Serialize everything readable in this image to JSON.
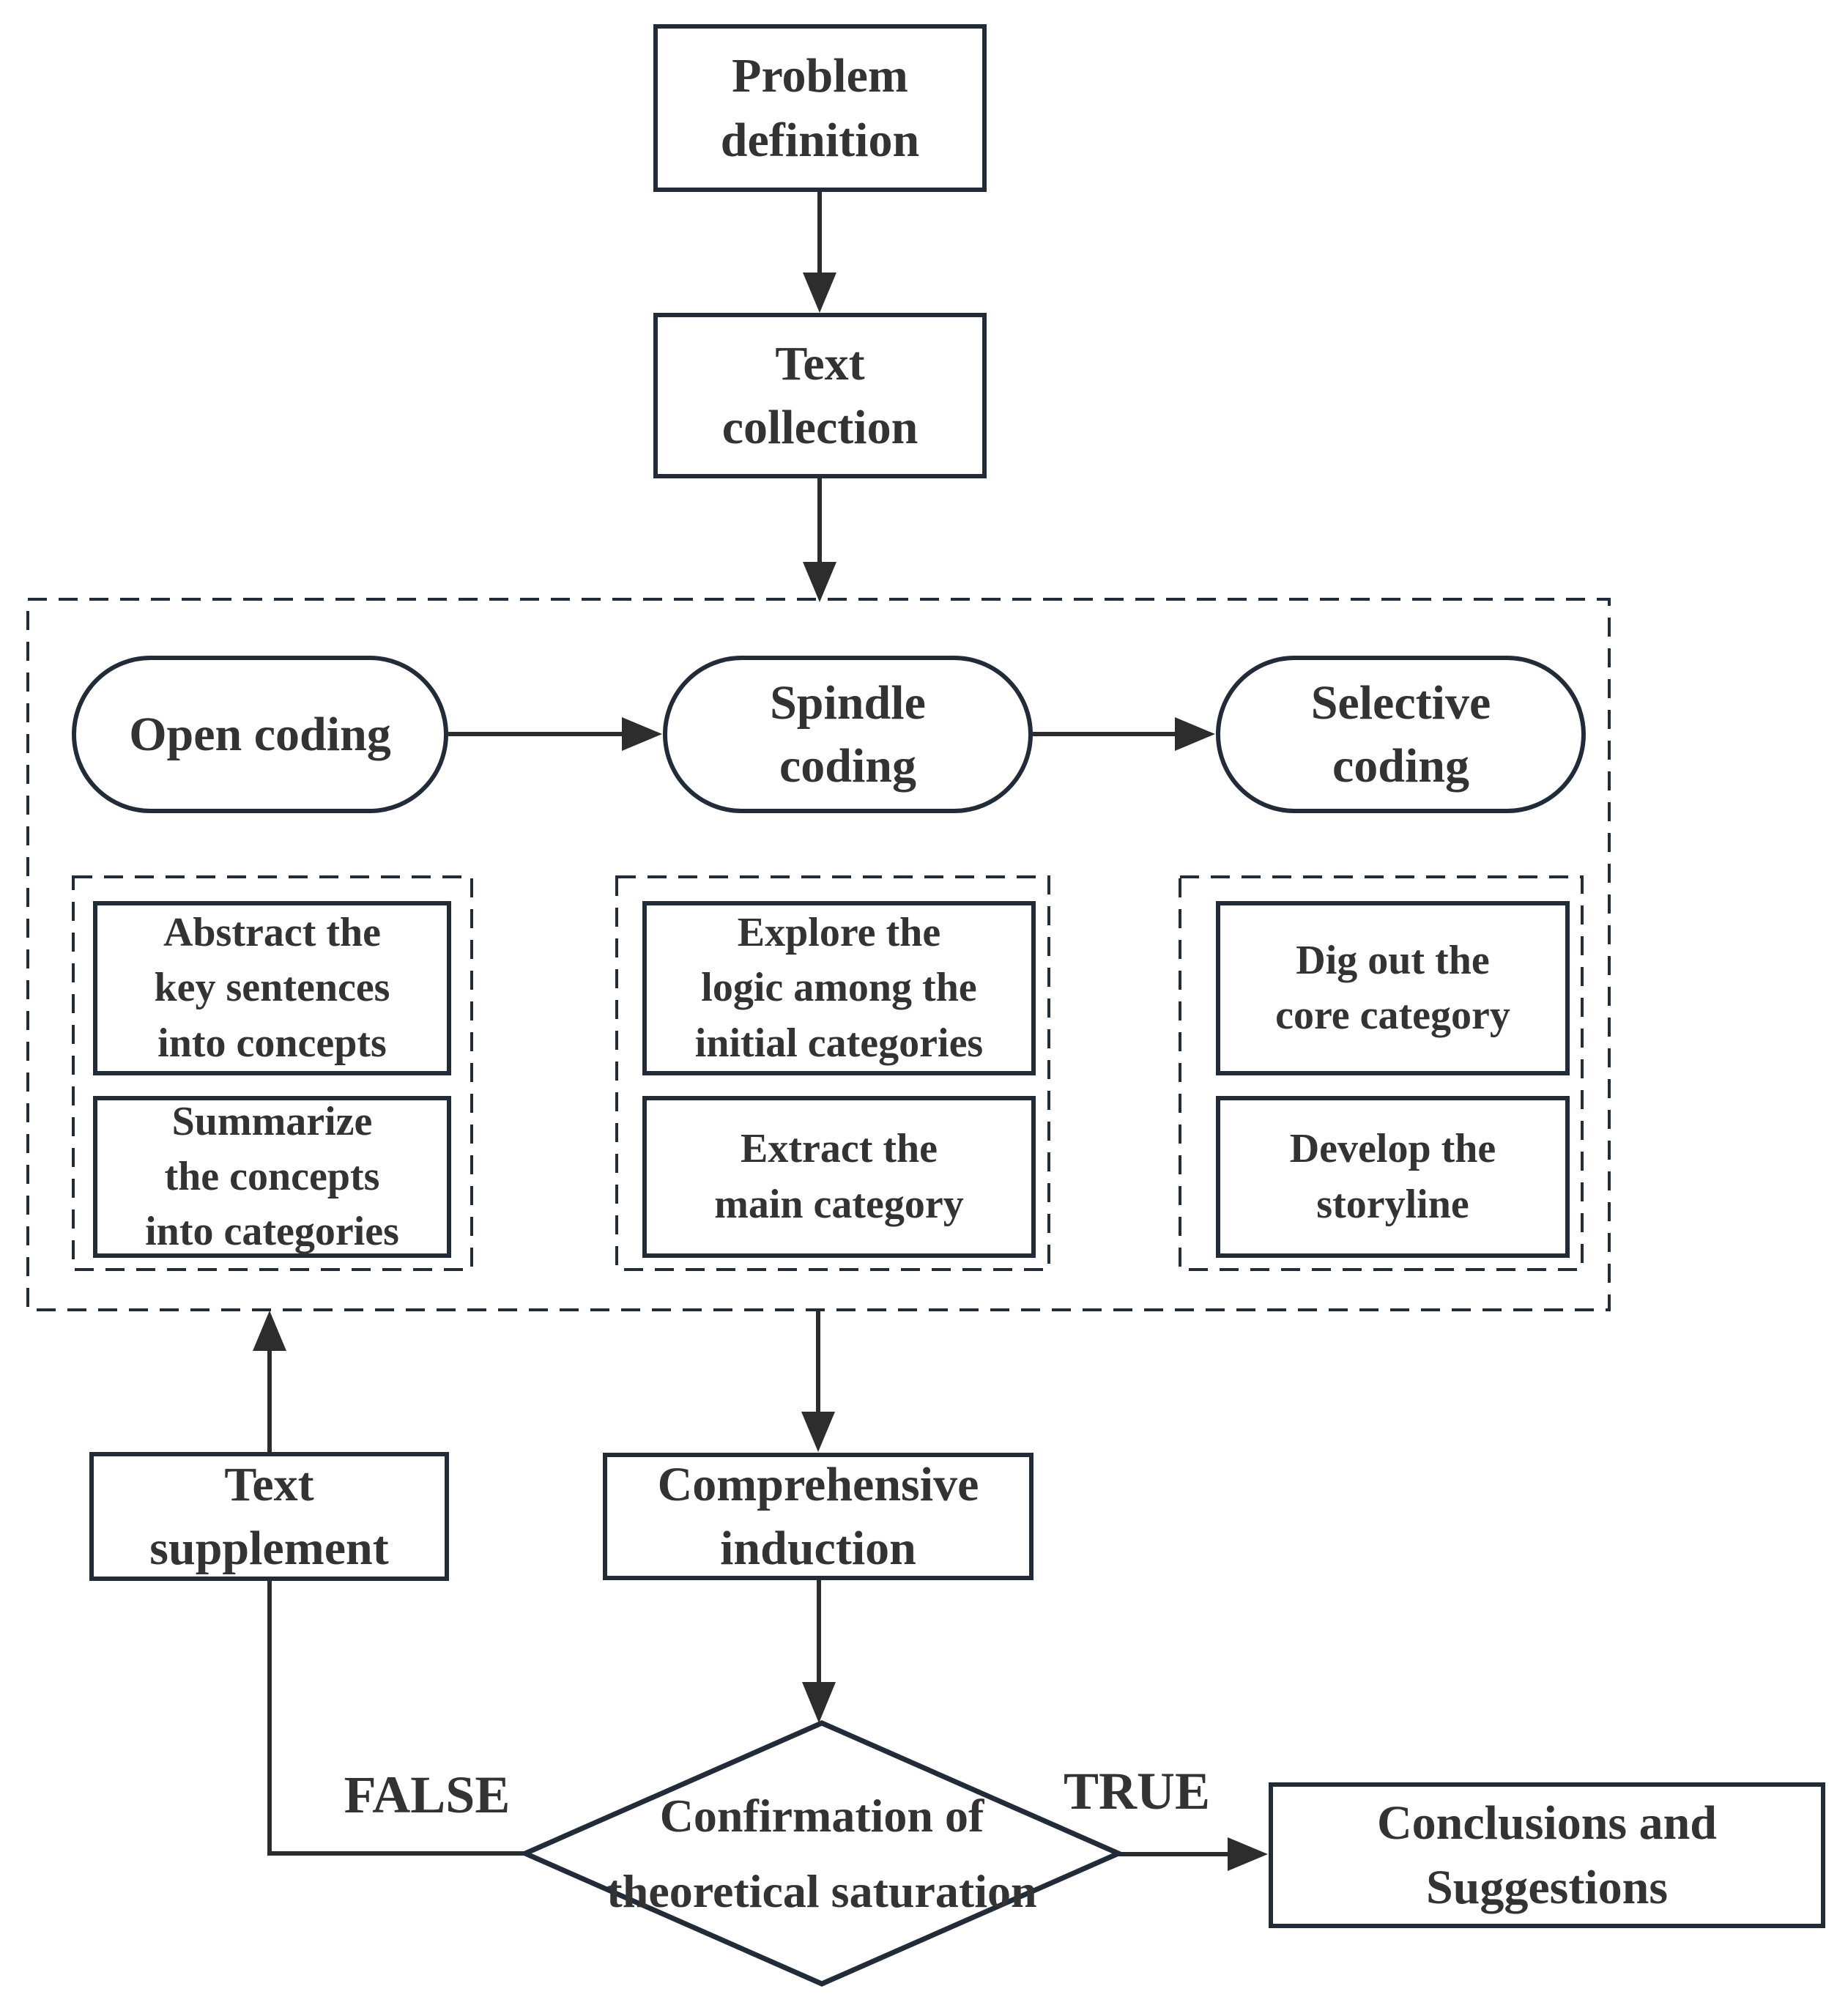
{
  "colors": {
    "border": "#212c38",
    "text": "#333333",
    "line": "#2d2d2d",
    "bg": "#ffffff"
  },
  "flowchart": {
    "nodes": {
      "problem_definition": {
        "label": "Problem\ndefinition"
      },
      "text_collection": {
        "label": "Text\ncollection"
      },
      "open_coding": {
        "label": "Open coding"
      },
      "spindle_coding": {
        "label": "Spindle\ncoding"
      },
      "selective_coding": {
        "label": "Selective\ncoding"
      },
      "open_step_1": {
        "label": "Abstract the\nkey sentences\ninto concepts"
      },
      "open_step_2": {
        "label": "Summarize\nthe concepts\ninto categories"
      },
      "spindle_step_1": {
        "label": "Explore the\nlogic among the\ninitial categories"
      },
      "spindle_step_2": {
        "label": "Extract the\nmain category"
      },
      "selective_step_1": {
        "label": "Dig out the\ncore category"
      },
      "selective_step_2": {
        "label": "Develop the\nstoryline"
      },
      "text_supplement": {
        "label": "Text\nsupplement"
      },
      "comprehensive_induction": {
        "label": "Comprehensive\ninduction"
      },
      "decision": {
        "label": "Confirmation of\ntheoretical saturation"
      },
      "conclusions": {
        "label": "Conclusions and\nSuggestions"
      }
    },
    "edge_labels": {
      "false_label": "FALSE",
      "true_label": "TRUE"
    }
  }
}
